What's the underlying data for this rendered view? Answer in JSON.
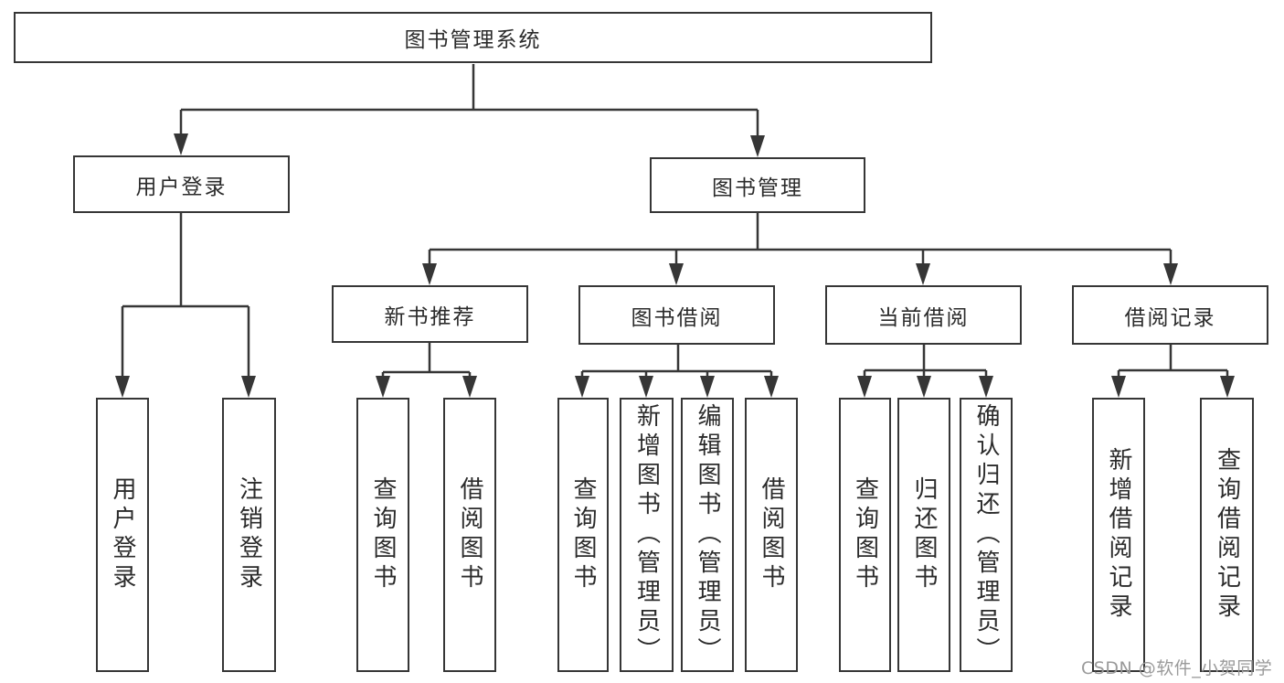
{
  "diagram": {
    "title": "图书管理系统",
    "colors": {
      "line": "#363636",
      "text": "#2b2b2b",
      "background": "#ffffff",
      "watermark": "#9a9a9a"
    },
    "watermark": "CSDN @软件_小贺同学",
    "nodes": {
      "root": {
        "label": "图书管理系统"
      },
      "user_login": {
        "label": "用户登录"
      },
      "book_mgmt": {
        "label": "图书管理"
      },
      "new_book_rec": {
        "label": "新书推荐"
      },
      "book_borrow": {
        "label": "图书借阅"
      },
      "current_borrow": {
        "label": "当前借阅"
      },
      "borrow_record": {
        "label": "借阅记录"
      },
      "leaf_user_login": {
        "label": "用户登录"
      },
      "leaf_logout": {
        "label": "注销登录"
      },
      "leaf_query_book_1": {
        "label": "查询图书"
      },
      "leaf_borrow_book_1": {
        "label": "借阅图书"
      },
      "leaf_query_book_2": {
        "label": "查询图书"
      },
      "leaf_add_book": {
        "label": "新增图书（管理员）"
      },
      "leaf_edit_book": {
        "label": "编辑图书（管理员）"
      },
      "leaf_borrow_book_2": {
        "label": "借阅图书"
      },
      "leaf_query_book_3": {
        "label": "查询图书"
      },
      "leaf_return_book": {
        "label": "归还图书"
      },
      "leaf_confirm_return": {
        "label": "确认归还（管理员）"
      },
      "leaf_add_record": {
        "label": "新增借阅记录"
      },
      "leaf_query_record": {
        "label": "查询借阅记录"
      }
    },
    "edges": [
      {
        "from": "root",
        "to": "user_login"
      },
      {
        "from": "root",
        "to": "book_mgmt"
      },
      {
        "from": "user_login",
        "to": "leaf_user_login"
      },
      {
        "from": "user_login",
        "to": "leaf_logout"
      },
      {
        "from": "book_mgmt",
        "to": "new_book_rec"
      },
      {
        "from": "book_mgmt",
        "to": "book_borrow"
      },
      {
        "from": "book_mgmt",
        "to": "current_borrow"
      },
      {
        "from": "book_mgmt",
        "to": "borrow_record"
      },
      {
        "from": "new_book_rec",
        "to": "leaf_query_book_1"
      },
      {
        "from": "new_book_rec",
        "to": "leaf_borrow_book_1"
      },
      {
        "from": "book_borrow",
        "to": "leaf_query_book_2"
      },
      {
        "from": "book_borrow",
        "to": "leaf_add_book"
      },
      {
        "from": "book_borrow",
        "to": "leaf_edit_book"
      },
      {
        "from": "book_borrow",
        "to": "leaf_borrow_book_2"
      },
      {
        "from": "current_borrow",
        "to": "leaf_query_book_3"
      },
      {
        "from": "current_borrow",
        "to": "leaf_return_book"
      },
      {
        "from": "current_borrow",
        "to": "leaf_confirm_return"
      },
      {
        "from": "borrow_record",
        "to": "leaf_add_record"
      },
      {
        "from": "borrow_record",
        "to": "leaf_query_record"
      }
    ]
  }
}
